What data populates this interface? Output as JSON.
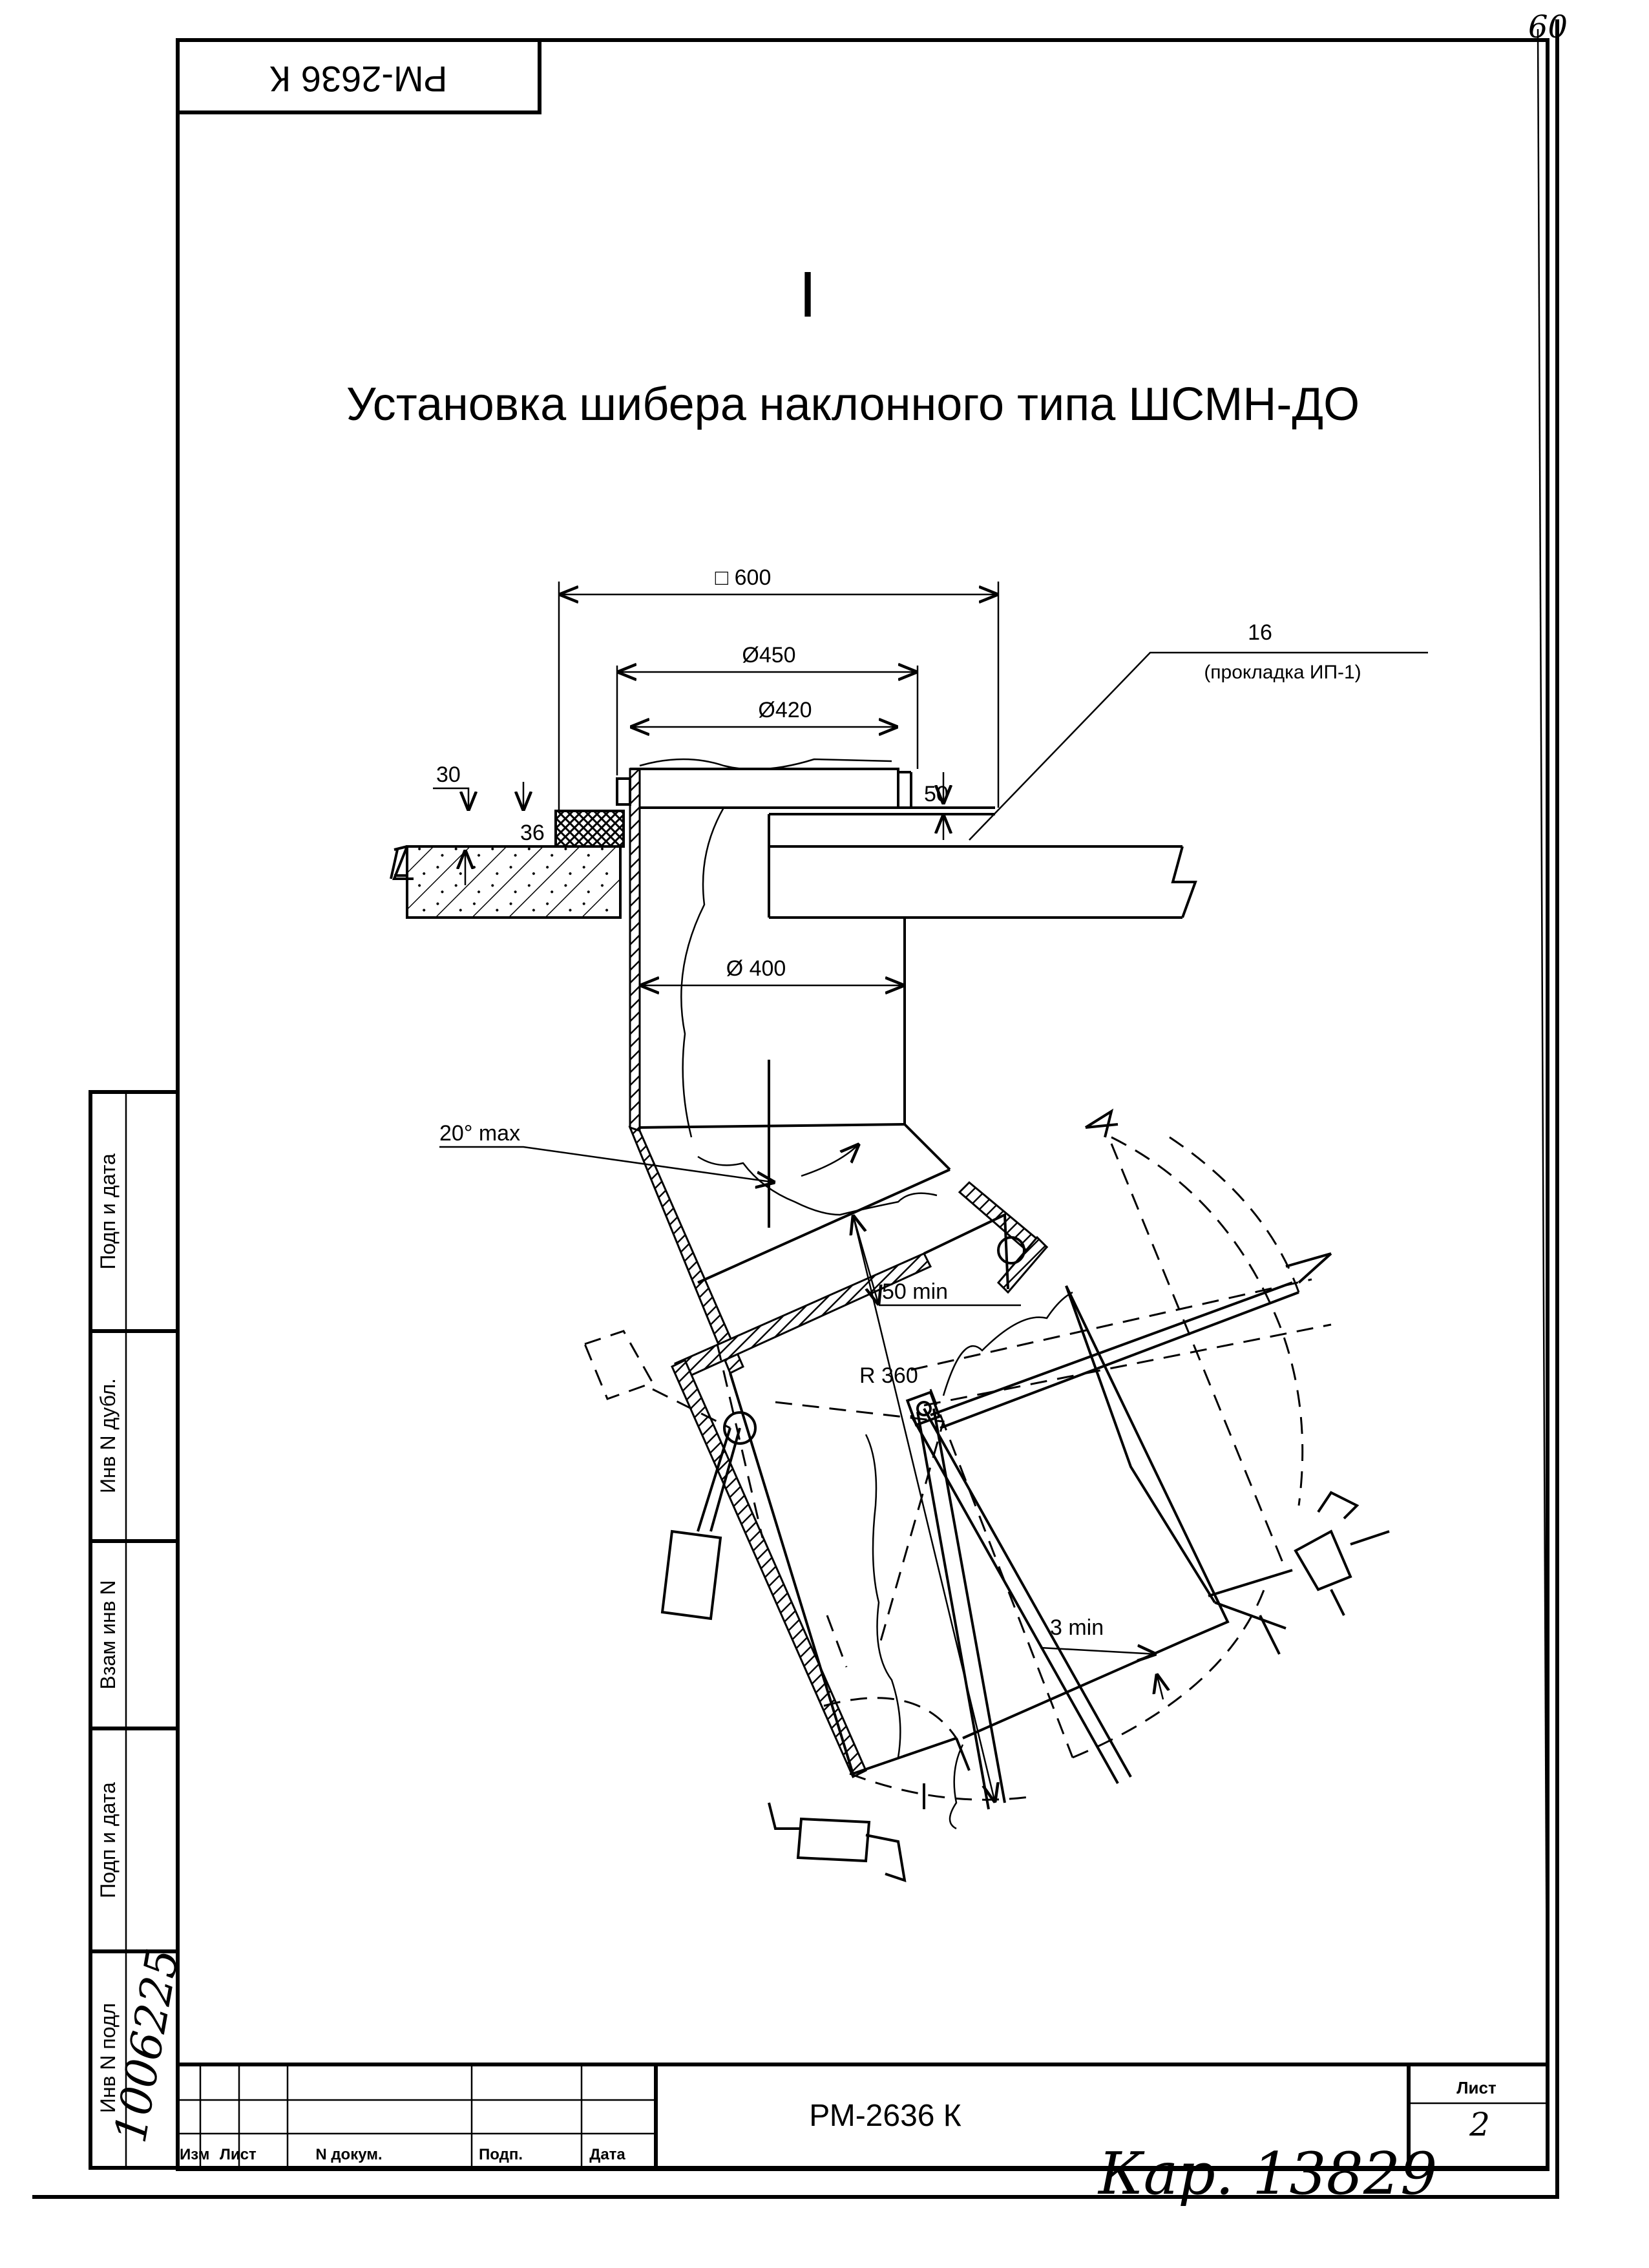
{
  "sheet": {
    "corner_number": "60",
    "rotated_stamp": "РМ-2636 К",
    "view_marker": "I",
    "title": "Установка шибера наклонного типа ШСМН-ДО"
  },
  "dimensions": {
    "square_600": "□ 600",
    "dia_450": "Ø450",
    "dia_420": "Ø420",
    "dia_400": "Ø 400",
    "d30": "30",
    "d36": "36",
    "d50": "50",
    "pos16": "16",
    "pad_note": "(прокладка ИП-1)",
    "angle": "20° max",
    "gap_50": "50 min",
    "radius": "R 360",
    "gap_3": "3 min"
  },
  "side_stamp": {
    "labels": [
      "Подп и дата",
      "Инв N дубл.",
      "Взам инв N",
      "Подп  и дата",
      "Инв N подл"
    ],
    "inv_number": "1006225"
  },
  "title_block": {
    "headers": [
      "Изм",
      "Лист",
      "N докум.",
      "Подп.",
      "Дата"
    ],
    "doc_code": "РМ-2636 К",
    "sheet_label": "Лист",
    "sheet_number": "2",
    "signature": "Кар. 13829"
  }
}
